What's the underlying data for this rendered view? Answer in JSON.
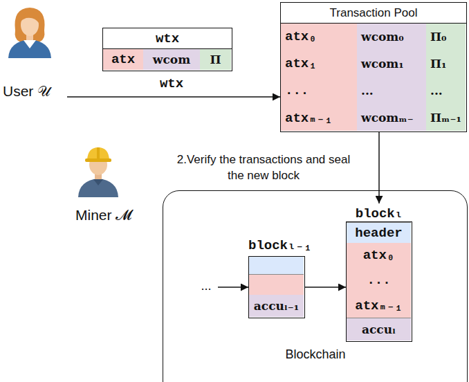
{
  "diagram": {
    "nodes": [
      {
        "text": [
          "User 𝒰"
        ]
      },
      {
        "text": [
          "wtx"
        ]
      },
      {
        "text": [
          "atx"
        ],
        "in": 1
      },
      {
        "text": [
          "wcom"
        ],
        "in": 1
      },
      {
        "text": [
          "Π"
        ],
        "in": 1
      },
      {
        "text": [
          "Transaction Pool"
        ]
      },
      {
        "text": [
          "atx₀"
        ],
        "in": 5
      },
      {
        "text": [
          "wcom₀"
        ],
        "in": 5
      },
      {
        "text": [
          "Π₀"
        ],
        "in": 5
      },
      {
        "text": [
          "atx₁"
        ],
        "in": 5
      },
      {
        "text": [
          "wcom₁"
        ],
        "in": 5
      },
      {
        "text": [
          "Π₁"
        ],
        "in": 5
      },
      {
        "text": [
          "..."
        ],
        "in": 5
      },
      {
        "text": [
          "..."
        ],
        "in": 5
      },
      {
        "text": [
          "..."
        ],
        "in": 5
      },
      {
        "text": [
          "atxₘ₋₁"
        ],
        "in": 5
      },
      {
        "text": [
          "wcomₘ₋"
        ],
        "in": 5
      },
      {
        "text": [
          "Πₘ₋₁"
        ],
        "in": 5
      },
      {
        "text": [
          "Miner 𝓜"
        ]
      },
      {
        "text": [
          "Blockchain"
        ]
      },
      {
        "text": [
          "..."
        ],
        "in": 19
      },
      {
        "text": [
          "blockₗ₋₁"
        ],
        "in": 19
      },
      {
        "text": [
          "accuₗ₋₁"
        ],
        "in": 21
      },
      {
        "text": [
          "blockₗ"
        ],
        "in": 19
      },
      {
        "text": [
          "header"
        ],
        "in": 23
      },
      {
        "text": [
          "atx₀"
        ],
        "in": 23
      },
      {
        "text": [
          "..."
        ],
        "in": 23
      },
      {
        "text": [
          "atxₘ₋₁"
        ],
        "in": 23
      },
      {
        "text": [
          "accuₗ"
        ],
        "in": 23
      }
    ],
    "edges": [
      {
        "from": 0,
        "to": 5,
        "label": "wtx",
        "arrow": "to"
      },
      {
        "from": 5,
        "to": 23,
        "label": "2.Verify the transactions and seal the new block",
        "arrow": "to"
      },
      {
        "from": 20,
        "to": 21,
        "arrow": "to"
      },
      {
        "from": 21,
        "to": 23,
        "arrow": "to"
      }
    ]
  }
}
